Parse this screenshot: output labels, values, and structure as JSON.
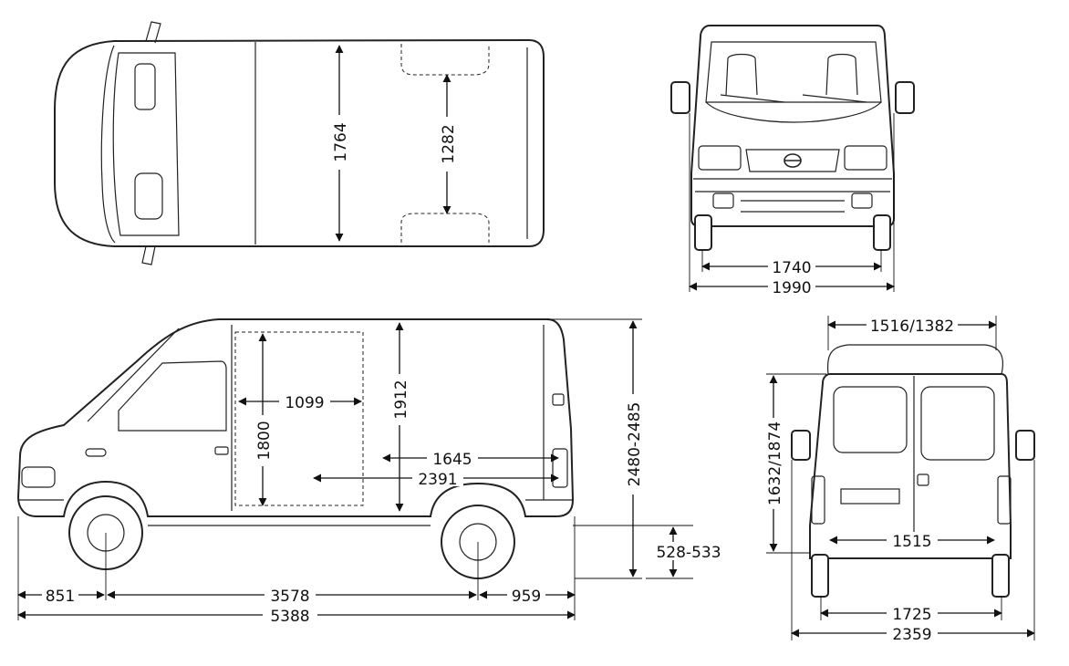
{
  "dimensions": {
    "top_width_outer": "1764",
    "top_width_inner": "1282",
    "front_track": "1740",
    "front_width": "1990",
    "cargo_door_width": "1099",
    "cargo_door_height": "1800",
    "cargo_height": "1912",
    "cargo_length_upper": "1645",
    "cargo_length_lower": "2391",
    "overall_height": "2480-2485",
    "floor_height": "528-533",
    "front_overhang": "851",
    "wheelbase": "3578",
    "rear_overhang": "959",
    "overall_length": "5388",
    "rear_roof_width": "1516/1382",
    "rear_door_height": "1632/1874",
    "rear_inner_width": "1515",
    "rear_track": "1725",
    "rear_width_mirrors": "2359"
  },
  "emblem": {
    "color": "#222222"
  }
}
